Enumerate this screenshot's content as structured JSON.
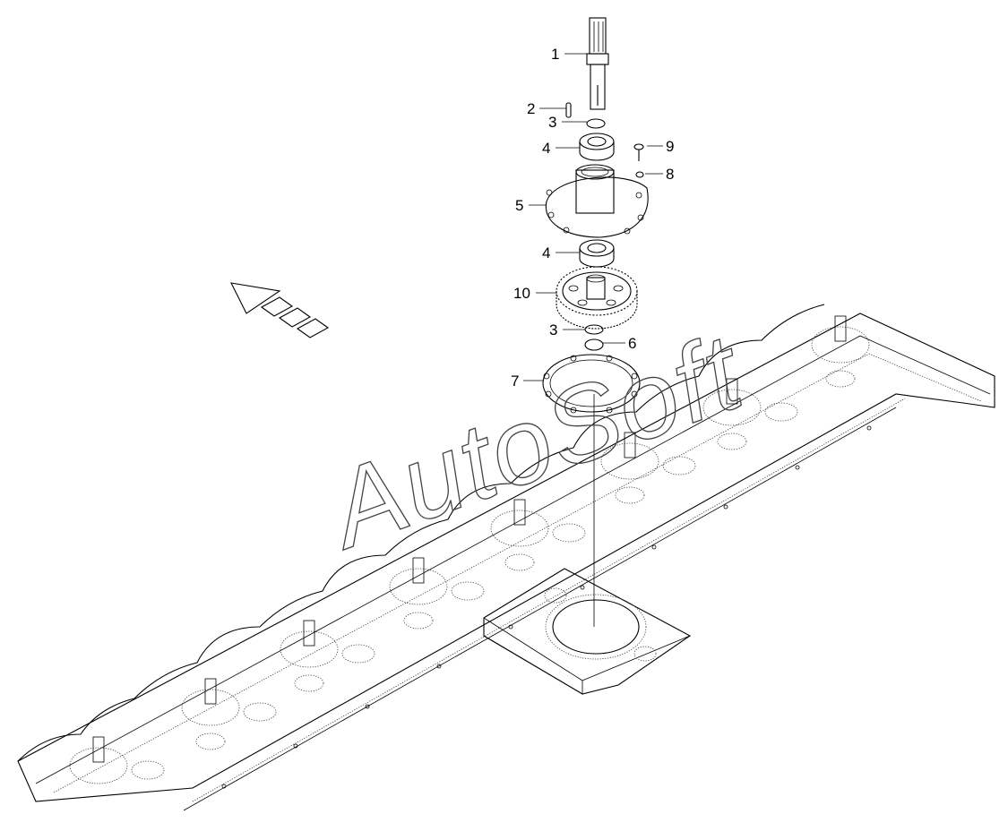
{
  "watermark": "AutoSoft",
  "callouts": [
    {
      "id": "c1",
      "label": "1"
    },
    {
      "id": "c2",
      "label": "2"
    },
    {
      "id": "c3a",
      "label": "3"
    },
    {
      "id": "c4a",
      "label": "4"
    },
    {
      "id": "c9",
      "label": "9"
    },
    {
      "id": "c8",
      "label": "8"
    },
    {
      "id": "c5",
      "label": "5"
    },
    {
      "id": "c4b",
      "label": "4"
    },
    {
      "id": "c10",
      "label": "10"
    },
    {
      "id": "c3b",
      "label": "3"
    },
    {
      "id": "c6",
      "label": "6"
    },
    {
      "id": "c7",
      "label": "7"
    }
  ],
  "colors": {
    "line": "#000000",
    "stipple": "#555555",
    "background": "#ffffff"
  },
  "icons": [
    "direction-arrow-icon"
  ]
}
